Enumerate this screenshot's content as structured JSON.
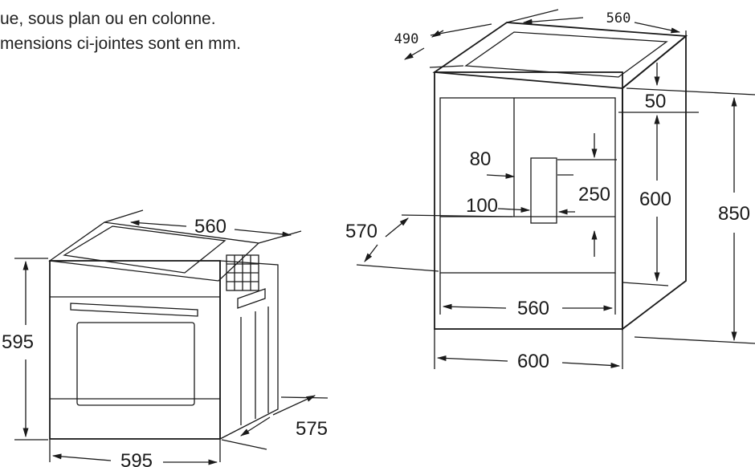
{
  "intro": {
    "line1": "ue, sous plan ou en colonne.",
    "line2": "mensions ci-jointes sont en mm."
  },
  "oven": {
    "width_top": "560",
    "height": "595",
    "width_bottom": "595",
    "depth": "575"
  },
  "cabinet": {
    "top_width": "560",
    "top_depth": "490",
    "gap_top": "50",
    "opening_height": "600",
    "total_height": "850",
    "depth": "570",
    "vent_offset": "80",
    "vent_bottom": "100",
    "vent_height": "250",
    "inner_width": "560",
    "outer_width": "600"
  },
  "colors": {
    "line": "#1a1a1a",
    "text": "#1a1a1a"
  }
}
